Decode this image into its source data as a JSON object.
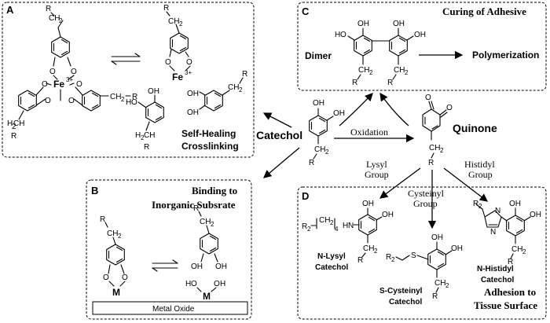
{
  "panels": {
    "a": {
      "letter": "A",
      "label": "Self-Healing Crosslinking",
      "label_line1": "Self-Healing",
      "label_line2": "Crosslinking"
    },
    "b": {
      "letter": "B",
      "title_line1": "Binding to",
      "title_line2": "Inorganic Subsrate",
      "metal": "Metal Oxide"
    },
    "c": {
      "letter": "C",
      "title": "Curing of Adhesive",
      "dimer": "Dimer",
      "polymerization": "Polymerization"
    },
    "d": {
      "letter": "D",
      "title_line1": "Adhesion to",
      "title_line2": "Tissue Surface",
      "nlysyl_line1": "N-Lysyl",
      "nlysyl_line2": "Catechol",
      "scys_line1": "S-Cysteinyl",
      "scys_line2": "Catechol",
      "nhis_line1": "N-Histidyl",
      "nhis_line2": "Catechol"
    }
  },
  "center": {
    "catechol": "Catechol",
    "quinone": "Quinone",
    "oxidation": "Oxidation"
  },
  "groups": {
    "lysyl_line1": "Lysyl",
    "lysyl_line2": "Group",
    "cysteinyl_line1": "Cysteinyl",
    "cysteinyl_line2": "Group",
    "histidyl_line1": "Histidyl",
    "histidyl_line2": "Group"
  },
  "atoms": {
    "oh": "OH",
    "o": "O",
    "r": "R",
    "ch2": "CH",
    "sub2": "2",
    "fe": "Fe",
    "fe_charge": "3+",
    "m": "M",
    "n": "N",
    "s": "S",
    "h": "H",
    "r2": "R",
    "four": "4"
  }
}
